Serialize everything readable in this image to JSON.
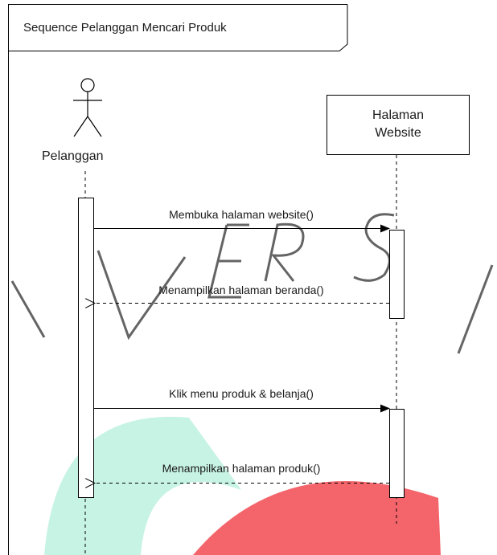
{
  "frame": {
    "title": "Sequence Pelanggan Mencari Produk"
  },
  "actor": {
    "name": "Pelanggan"
  },
  "lifeline_box": {
    "line1": "Halaman",
    "line2": "Website"
  },
  "messages": [
    {
      "label": "Membuka halaman website()",
      "kind": "call"
    },
    {
      "label": "Menampilkan halaman beranda()",
      "kind": "return"
    },
    {
      "label": "Klik menu produk & belanja()",
      "kind": "call"
    },
    {
      "label": "Menampilkan halaman produk()",
      "kind": "return"
    }
  ],
  "watermark": {
    "letters": "I V E R S I"
  },
  "colors": {
    "line": "#000000",
    "watermark_letters": "#4a4a4a",
    "watermark_teal": "#5fdcb3",
    "watermark_red": "#f2545b"
  }
}
